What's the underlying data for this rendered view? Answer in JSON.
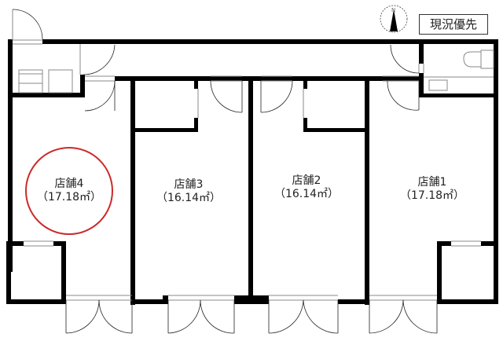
{
  "badge": {
    "label": "現況優先"
  },
  "compass": {
    "north_label": "N"
  },
  "units": [
    {
      "name": "店舗4",
      "area": "（17.18㎡）",
      "highlighted": true
    },
    {
      "name": "店舗3",
      "area": "（16.14㎡）",
      "highlighted": false
    },
    {
      "name": "店舗2",
      "area": "（16.14㎡）",
      "highlighted": false
    },
    {
      "name": "店舗1",
      "area": "（17.18㎡）",
      "highlighted": false
    }
  ],
  "colors": {
    "wall": "#000000",
    "highlight": "#cc2a2a",
    "thin_line": "#888888"
  }
}
